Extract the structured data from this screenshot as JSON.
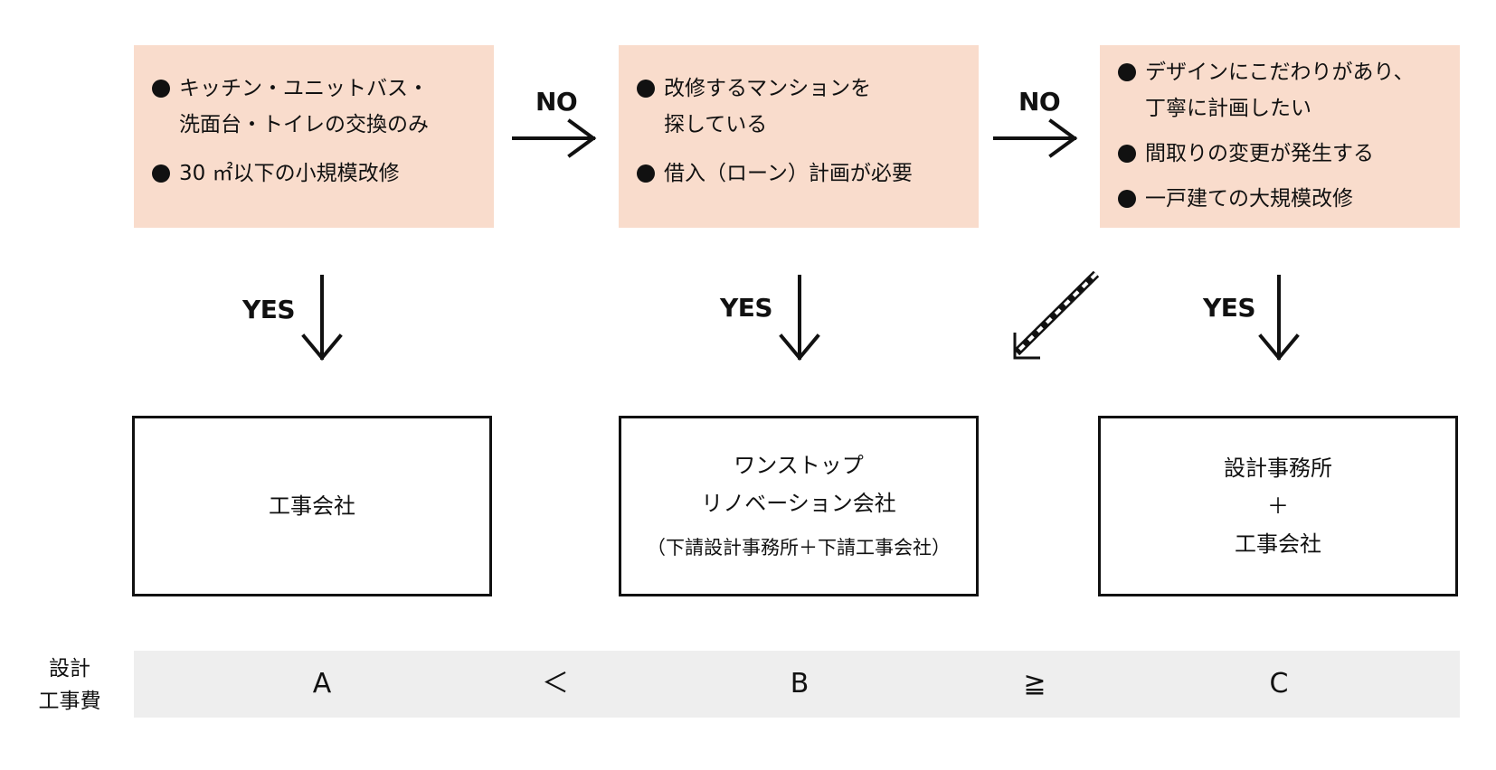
{
  "conditions": [
    {
      "items": [
        "キッチン・ユニットバス・\n洗面台・トイレの交換のみ",
        "30 ㎡以下の小規模改修"
      ]
    },
    {
      "items": [
        "改修するマンションを\n探している",
        "借入（ローン）計画が必要"
      ]
    },
    {
      "items": [
        "デザインにこだわりがあり、\n丁寧に計画したい",
        "間取りの変更が発生する",
        "一戸建ての大規模改修"
      ]
    }
  ],
  "arrows": {
    "no_label": "NO",
    "yes_label": "YES"
  },
  "results": [
    {
      "lines": [
        "工事会社"
      ]
    },
    {
      "lines": [
        "ワンストップ",
        "リノベーション会社"
      ],
      "note": "（下請設計事務所＋下請工事会社）"
    },
    {
      "lines": [
        "設計事務所",
        "＋",
        "工事会社"
      ]
    }
  ],
  "cost": {
    "label_line1": "設計",
    "label_line2": "工事費",
    "a": "A",
    "op1": "＜",
    "b": "B",
    "op2": "≧",
    "c": "C"
  },
  "colors": {
    "condition_fill": "#f9dccc",
    "cost_band_fill": "#eeeeee",
    "stroke": "#111111"
  }
}
